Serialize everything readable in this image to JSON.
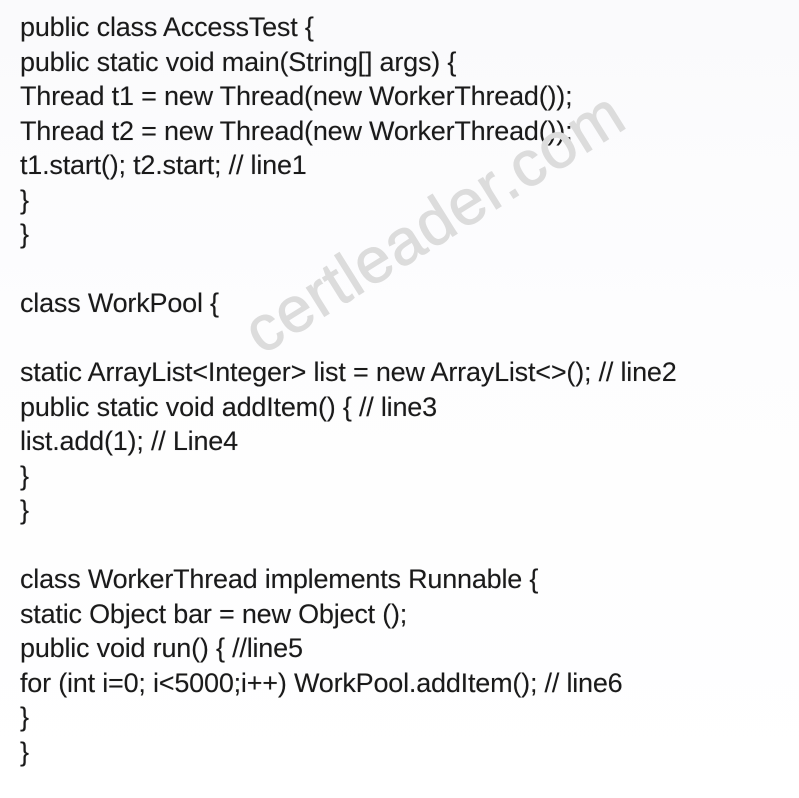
{
  "document": {
    "kind": "code-exhibit-image",
    "language": "Java",
    "background_color": "#ffffff",
    "text_color": "#1a1a1a"
  },
  "watermark": {
    "text": "certleader.com",
    "color": "#dcdcdc",
    "rotation_degrees": -32
  },
  "code": {
    "lines": [
      "public class AccessTest {",
      "public static void main(String[] args) {",
      "Thread t1 = new Thread(new WorkerThread());",
      "Thread t2 = new Thread(new WorkerThread());",
      "t1.start(); t2.start; // line1",
      "}",
      "}",
      "",
      "class WorkPool {",
      "",
      "static ArrayList<Integer> list = new ArrayList<>(); // line2",
      "public static void addItem() { // line3",
      "list.add(1); // Line4",
      "}",
      "}",
      "",
      "class WorkerThread implements Runnable {",
      "static Object bar = new Object ();",
      "public void run() { //line5",
      "for (int i=0; i<5000;i++) WorkPool.addItem(); // line6",
      "}",
      "}"
    ],
    "line_markers": [
      "line1",
      "line2",
      "line3",
      "Line4",
      "line5",
      "line6"
    ],
    "classes": [
      "AccessTest",
      "WorkPool",
      "WorkerThread"
    ]
  }
}
